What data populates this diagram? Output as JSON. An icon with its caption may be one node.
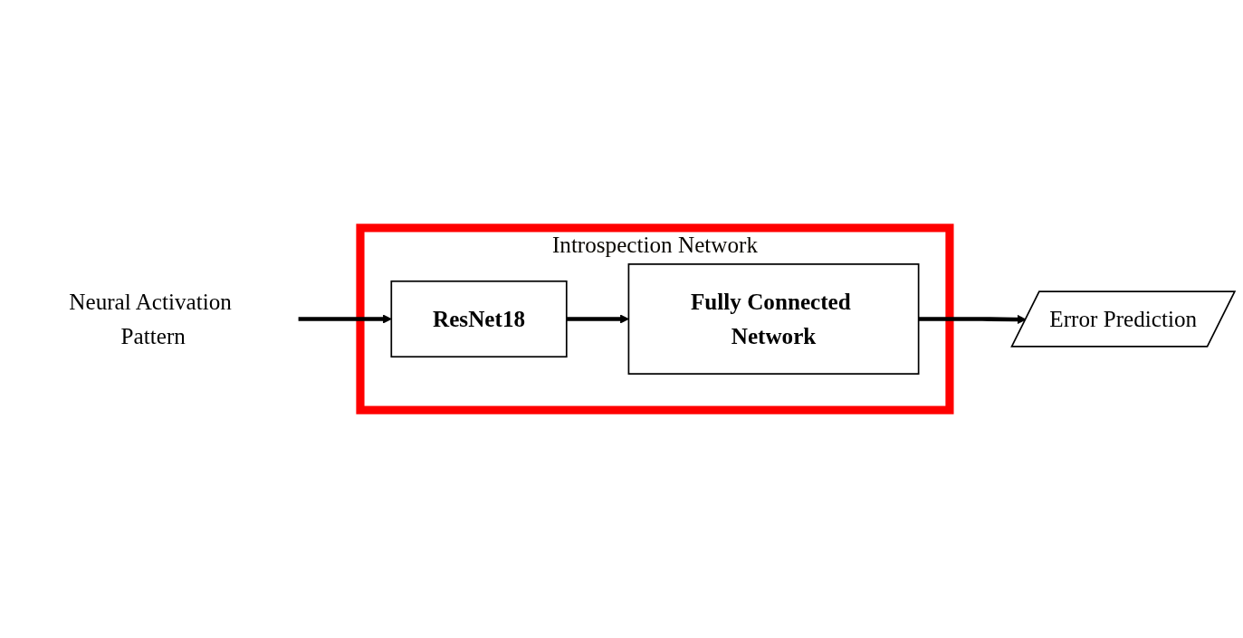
{
  "diagram": {
    "nodes": [
      {
        "text": [
          "Neural Activation Pattern"
        ]
      },
      {
        "text": [
          "Introspection Network"
        ]
      },
      {
        "text": [
          "ResNet18"
        ],
        "in": 1
      },
      {
        "text": [
          "Fully Connected Network"
        ],
        "in": 1
      },
      {
        "text": [
          "Error Prediction"
        ]
      }
    ],
    "edges": [
      {
        "from": 0,
        "to": 2,
        "arrow": "to"
      },
      {
        "from": 2,
        "to": 3,
        "arrow": "to"
      },
      {
        "from": 3,
        "to": 4,
        "arrow": "to"
      }
    ]
  }
}
